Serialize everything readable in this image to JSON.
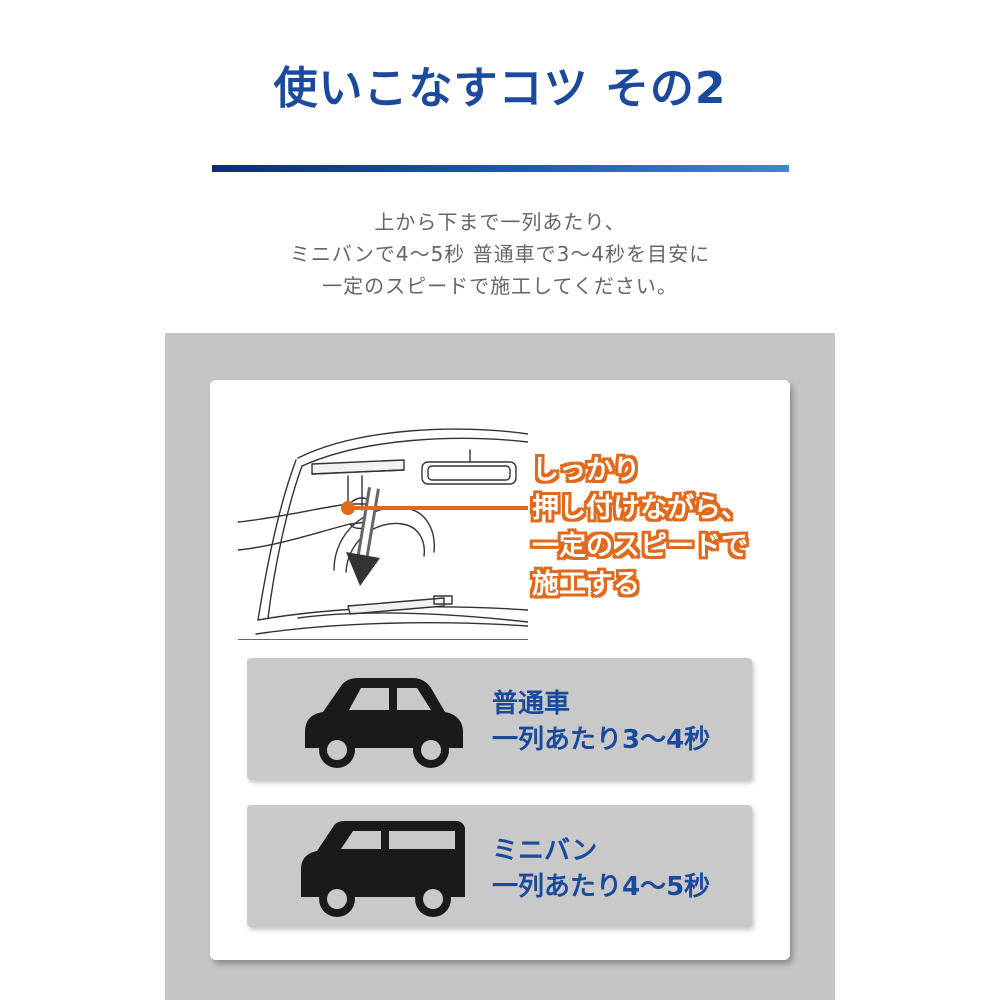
{
  "header": {
    "title": "使いこなすコツ その2",
    "accent_color": "#1b4a9c"
  },
  "intro": {
    "lines": [
      "上から下まで一列あたり、",
      "ミニバンで4〜5秒 普通車で3〜4秒を目安に",
      "一定のスピードで施工してください。"
    ]
  },
  "illustration": {
    "description_icon": "windshield-wiping-icon",
    "callout_color": "#e06a1c",
    "callout_lines": [
      "しっかり",
      "押し付けながら、",
      "一定のスピードで",
      "施工する"
    ]
  },
  "vehicles": [
    {
      "icon": "sedan-car-icon",
      "name": "普通車",
      "time": "一列あたり3〜4秒"
    },
    {
      "icon": "minivan-car-icon",
      "name": "ミニバン",
      "time": "一列あたり4〜5秒"
    }
  ]
}
